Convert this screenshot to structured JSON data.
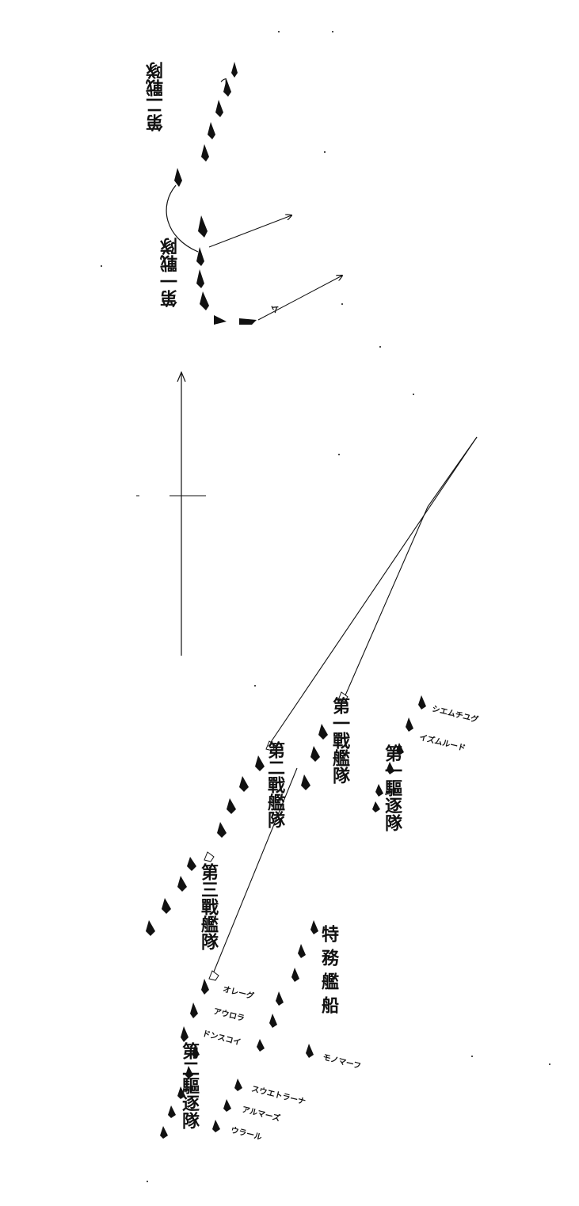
{
  "japanese_fleet": {
    "second_squadron": "第二戰隊",
    "first_squadron": "第一戰隊",
    "flag_marker_a": "レ",
    "flag_marker_b": "ム"
  },
  "russian_fleet": {
    "first_battle_squadron": "第一戰艦隊",
    "second_battle_squadron": "第二戰艦隊",
    "third_battle_squadron": "第三戰艦隊",
    "first_destroyer_division": "第一驅逐隊",
    "second_destroyer_division": "第二驅逐隊",
    "special_service_ships": "特務艦船",
    "ship_names": {
      "zhemchug": "シエムチユグ",
      "izumrud": "イズムルード",
      "oleg": "オレーグ",
      "aurora": "アウロラ",
      "donskoi": "ドンスコイ",
      "monomakh": "モノマーフ",
      "svetlana": "スウエトラーナ",
      "almaz": "アルマーズ",
      "ural": "ウラール"
    }
  },
  "icons": {
    "ship": "ship-icon",
    "flagship": "flagship-icon",
    "course_arrow": "arrow-icon",
    "north_indicator": "compass-icon"
  },
  "colors": {
    "ink": "#111111",
    "paper": "#ffffff"
  }
}
